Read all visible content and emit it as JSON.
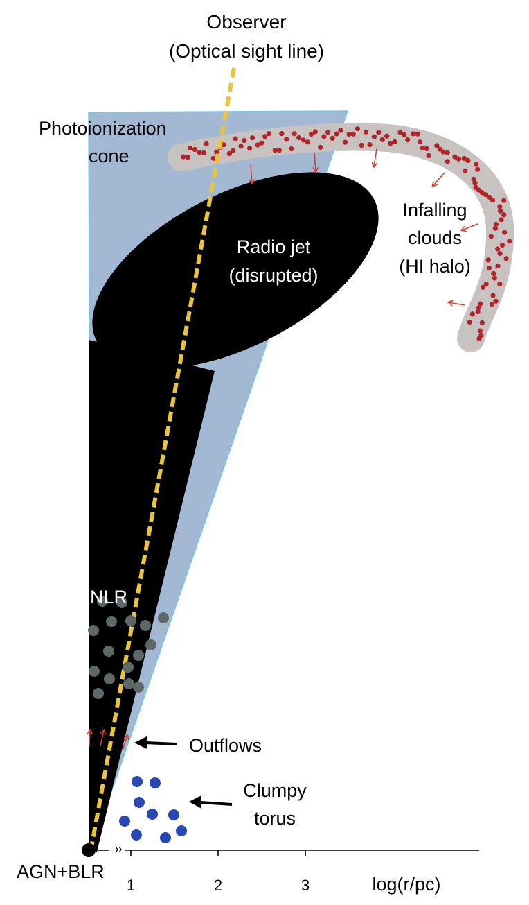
{
  "labels": {
    "observer_line1": "Observer",
    "observer_line2": "(Optical sight line)",
    "cone_line1": "Photoionization",
    "cone_line2": "cone",
    "jet_line1": "Radio jet",
    "jet_line2": "(disrupted)",
    "infall_line1": "Infalling",
    "infall_line2": "clouds",
    "infall_line3": "(HI halo)",
    "nlr": "NLR",
    "outflows": "Outflows",
    "torus_line1": "Clumpy",
    "torus_line2": "torus",
    "agn": "AGN+BLR",
    "axis_label": "log(r/pc)"
  },
  "axis": {
    "ticks": [
      "1",
      "2",
      "3"
    ]
  },
  "colors": {
    "cone_fill": "#a3b8d3",
    "cone_edge": "#6ec8e6",
    "jet": "#000000",
    "sightline": "#eac43c",
    "halo": "#c8c2c0",
    "halo_dots": "#b0242a",
    "nlr_clouds": "#5e6868",
    "torus_clouds": "#2a48b4",
    "arrows_red": "#d7402e"
  }
}
